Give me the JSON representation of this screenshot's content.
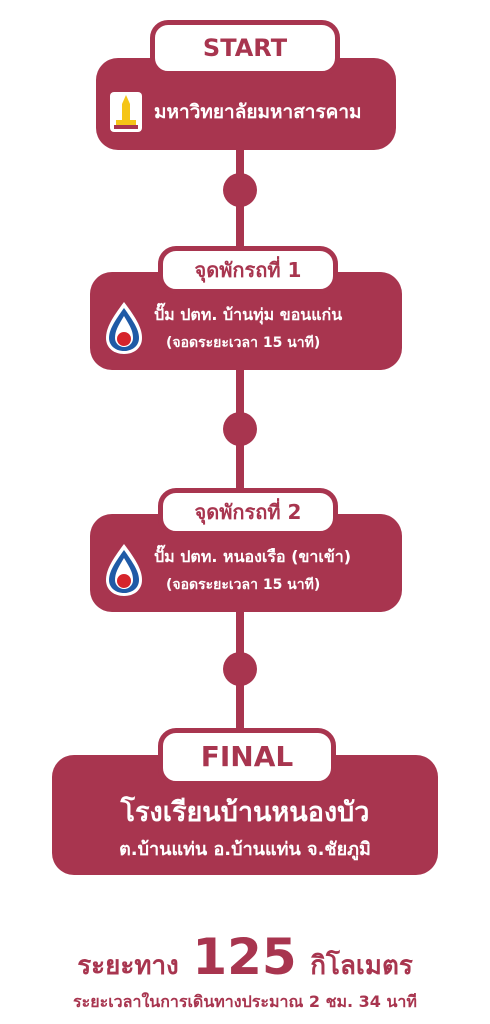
{
  "colors": {
    "brand": "#a8354f",
    "logo_gold": "#f5c518",
    "ptt_blue": "#1f5aa6",
    "ptt_red": "#d6242b"
  },
  "start": {
    "label": "START",
    "place": "มหาวิทยาลัยมหาสารคาม",
    "logo_icon": "university-seal-icon"
  },
  "stop1": {
    "label": "จุดพักรถที่ 1",
    "line1": "ปั๊ม ปตท. บ้านทุ่ม ขอนแก่น",
    "line2": "(จอดระยะเวลา 15 นาที)",
    "icon": "ptt-flame-icon"
  },
  "stop2": {
    "label": "จุดพักรถที่ 2",
    "line1": "ปั๊ม ปตท. หนองเรือ (ขาเข้า)",
    "line2": "(จอดระยะเวลา 15 นาที)",
    "icon": "ptt-flame-icon"
  },
  "final": {
    "label": "FINAL",
    "line1": "โรงเรียนบ้านหนองบัว",
    "line2": "ต.บ้านแท่น อ.บ้านแท่น จ.ชัยภูมิ"
  },
  "summary": {
    "distance_prefix": "ระยะทาง",
    "distance_value": "125",
    "distance_unit": "กิโลเมตร",
    "duration": "ระยะเวลาในการเดินทางประมาณ 2 ชม. 34 นาที"
  }
}
